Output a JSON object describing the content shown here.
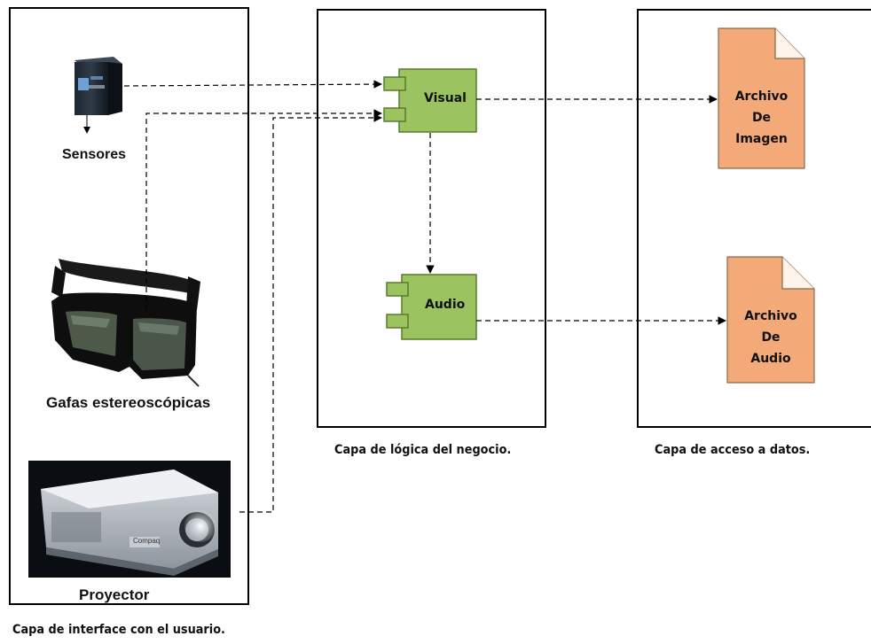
{
  "layers": {
    "ui": {
      "caption": "Capa de interface con el usuario."
    },
    "logic": {
      "caption": "Capa de lógica del negocio."
    },
    "data": {
      "caption": "Capa de acceso a datos."
    }
  },
  "devices": {
    "sensors": {
      "label": "Sensores",
      "icon": "server-tower-icon"
    },
    "glasses": {
      "label": "Gafas estereoscópicas",
      "icon": "stereo-glasses-icon"
    },
    "projector": {
      "label": "Proyector",
      "icon": "projector-icon",
      "brand": "Compaq"
    }
  },
  "components": {
    "visual": {
      "label": "Visual"
    },
    "audio": {
      "label": "Audio"
    }
  },
  "files": {
    "image": {
      "line1": "Archivo",
      "line2": "De",
      "line3": "Imagen"
    },
    "audio": {
      "line1": "Archivo",
      "line2": "De",
      "line3": "Audio"
    }
  },
  "colors": {
    "component_fill": "#9bc461",
    "component_stroke": "#5a7a2a",
    "file_fill": "#f4a978",
    "file_stroke": "#8a6a4a",
    "border": "#000000"
  }
}
